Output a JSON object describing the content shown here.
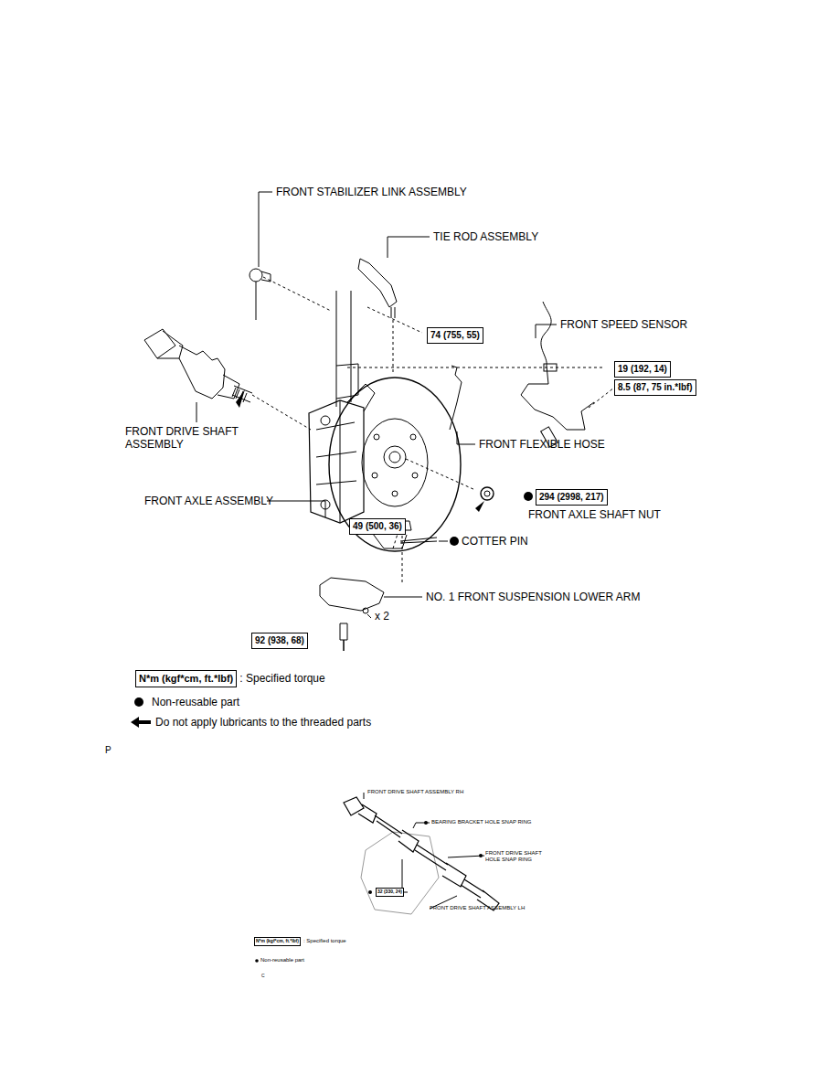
{
  "diagram": {
    "nodes": [
      {
        "text": [
          "74 (755, 55)"
        ]
      },
      {
        "text": [
          "19 (192, 14)"
        ]
      },
      {
        "text": [
          "8.5 (87, 75 in.*lbf)"
        ]
      },
      {
        "text": [
          "294 (2998, 217)"
        ]
      },
      {
        "text": [
          "49 (500, 36)"
        ]
      },
      {
        "text": [
          "92 (938, 68)"
        ]
      },
      {
        "text": [
          "N*m (kgf*cm, ft.*lbf)"
        ]
      },
      {
        "text": [
          "32 (330, 24)"
        ]
      },
      {
        "text": [
          "N*m (kgf*cm, ft.*lbf)"
        ]
      }
    ],
    "labels": [
      "FRONT STABILIZER LINK ASSEMBLY",
      "TIE ROD ASSEMBLY",
      "FRONT SPEED SENSOR",
      "FRONT DRIVE SHAFT ASSEMBLY",
      "FRONT FLEXIBLE HOSE",
      "FRONT AXLE ASSEMBLY",
      "FRONT AXLE SHAFT NUT",
      "COTTER PIN",
      "NO. 1 FRONT SUSPENSION LOWER ARM",
      "x 2",
      "P",
      "FRONT DRIVE SHAFT ASSEMBLY RH",
      "BEARING BRACKET HOLE SNAP RING",
      "FRONT DRIVE SHAFT HOLE SNAP RING",
      "FRONT DRIVE SHAFT ASSEMBLY LH",
      "C"
    ],
    "legend": [
      {
        "text": ": Specified torque"
      },
      {
        "text": "Non-reusable part"
      },
      {
        "text": "Do not apply lubricants to the threaded parts"
      },
      {
        "text": ": Specified torque"
      },
      {
        "text": "Non-reusable part"
      }
    ]
  }
}
